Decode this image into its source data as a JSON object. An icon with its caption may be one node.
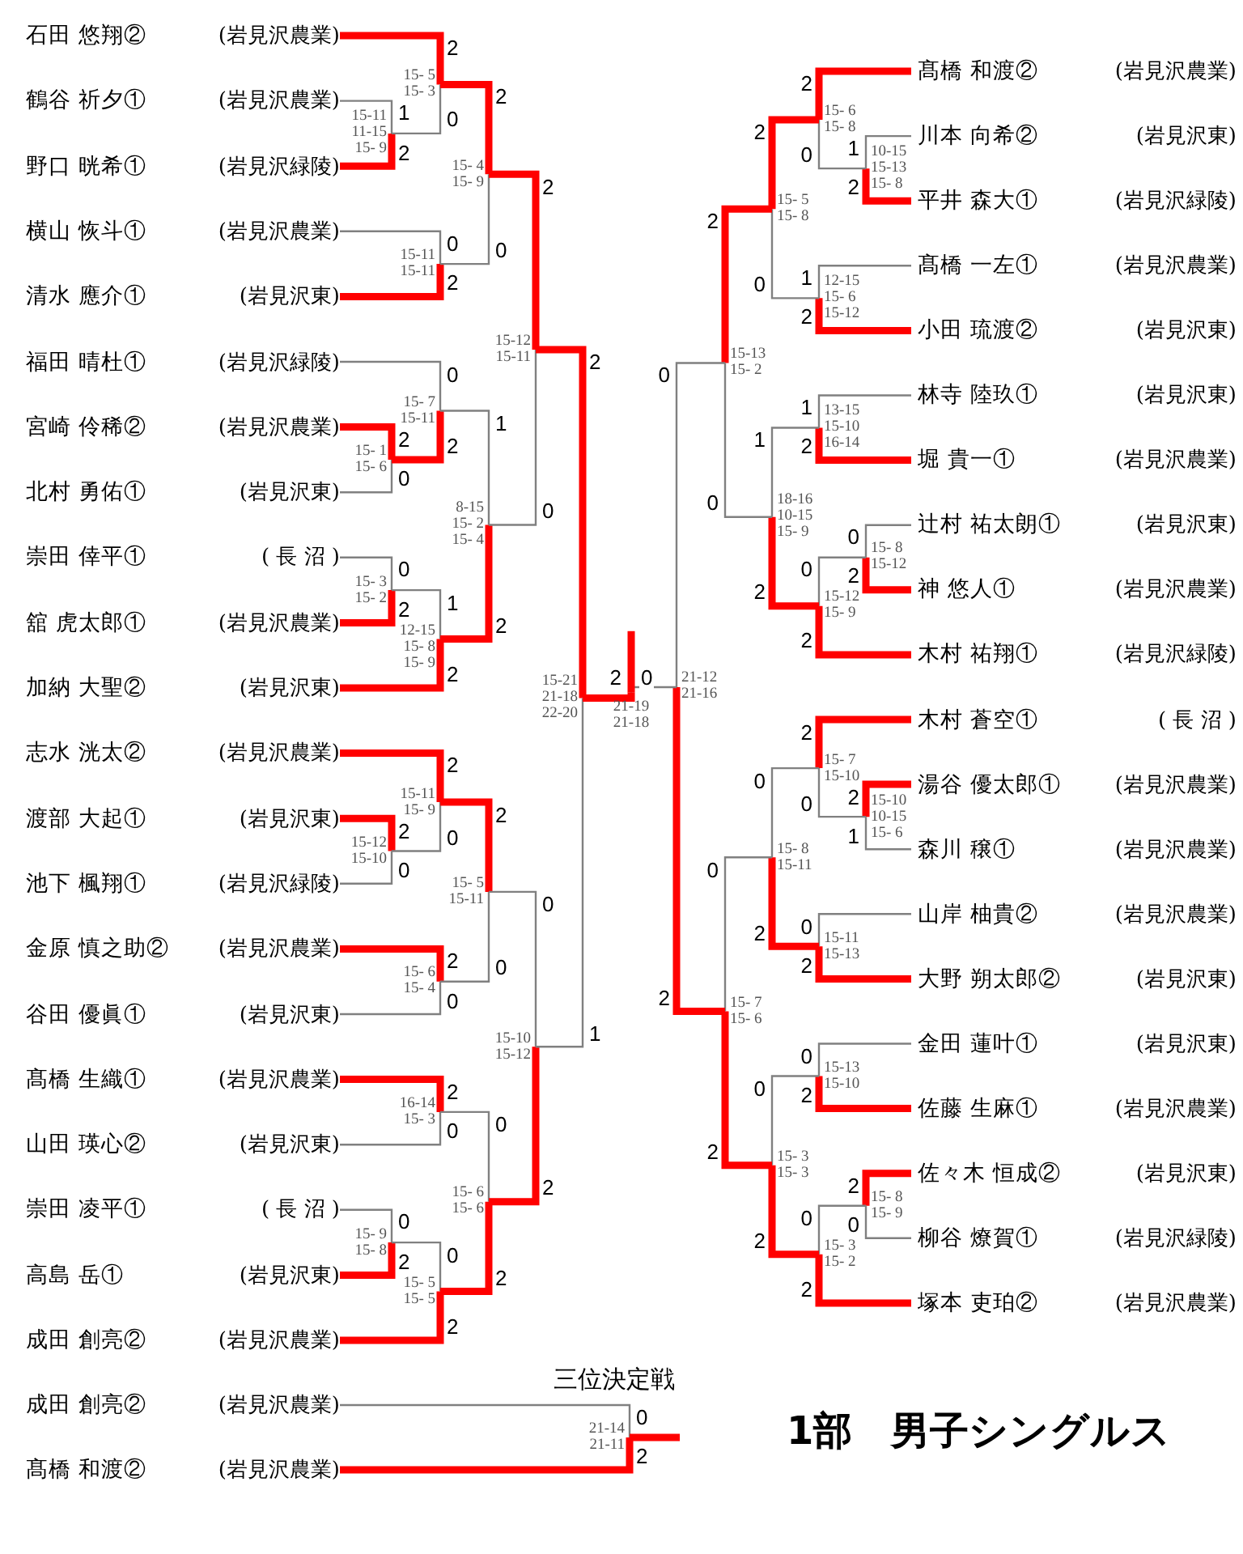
{
  "diagram": {
    "title": "1部　男子シングルス",
    "nodes": [
      {
        "text": [
          "石田 悠翔②",
          "(岩見沢農業)"
        ]
      },
      {
        "text": [
          "鶴谷 祈夕①",
          "(岩見沢農業)"
        ]
      },
      {
        "text": [
          "野口 晄希①",
          "(岩見沢緑陵)"
        ]
      },
      {
        "text": [
          "横山 恢斗①",
          "(岩見沢農業)"
        ]
      },
      {
        "text": [
          "清水 應介①",
          "(岩見沢東)"
        ]
      },
      {
        "text": [
          "福田 晴杜①",
          "(岩見沢緑陵)"
        ]
      },
      {
        "text": [
          "宮崎 伶稀②",
          "(岩見沢農業)"
        ]
      },
      {
        "text": [
          "北村 勇佑①",
          "(岩見沢東)"
        ]
      },
      {
        "text": [
          "崇田 倖平①",
          "( 長 沼 )"
        ]
      },
      {
        "text": [
          "舘 虎太郎①",
          "(岩見沢農業)"
        ]
      },
      {
        "text": [
          "加納 大聖②",
          "(岩見沢東)"
        ]
      },
      {
        "text": [
          "志水 洸太②",
          "(岩見沢農業)"
        ]
      },
      {
        "text": [
          "渡部 大起①",
          "(岩見沢東)"
        ]
      },
      {
        "text": [
          "池下 楓翔①",
          "(岩見沢緑陵)"
        ]
      },
      {
        "text": [
          "金原 慎之助②",
          "(岩見沢農業)"
        ]
      },
      {
        "text": [
          "谷田 優眞①",
          "(岩見沢東)"
        ]
      },
      {
        "text": [
          "髙橋 生織①",
          "(岩見沢農業)"
        ]
      },
      {
        "text": [
          "山田 瑛心②",
          "(岩見沢東)"
        ]
      },
      {
        "text": [
          "崇田 凌平①",
          "( 長 沼 )"
        ]
      },
      {
        "text": [
          "高島 岳①",
          "(岩見沢東)"
        ]
      },
      {
        "text": [
          "成田 創亮②",
          "(岩見沢農業)"
        ]
      },
      {
        "text": [
          "成田 創亮②",
          "(岩見沢農業)"
        ]
      },
      {
        "text": [
          "髙橋 和渡②",
          "(岩見沢農業)"
        ]
      },
      {
        "text": [
          "髙橋 和渡②",
          "(岩見沢農業)"
        ]
      },
      {
        "text": [
          "川本 向希②",
          "(岩見沢東)"
        ]
      },
      {
        "text": [
          "平井 森大①",
          "(岩見沢緑陵)"
        ]
      },
      {
        "text": [
          "髙橋 一左①",
          "(岩見沢農業)"
        ]
      },
      {
        "text": [
          "小田 琉渡②",
          "(岩見沢東)"
        ]
      },
      {
        "text": [
          "林寺 陸玖①",
          "(岩見沢東)"
        ]
      },
      {
        "text": [
          "堀 貴一①",
          "(岩見沢農業)"
        ]
      },
      {
        "text": [
          "辻村 祐太朗①",
          "(岩見沢東)"
        ]
      },
      {
        "text": [
          "神 悠人①",
          "(岩見沢農業)"
        ]
      },
      {
        "text": [
          "木村 祐翔①",
          "(岩見沢緑陵)"
        ]
      },
      {
        "text": [
          "木村 蒼空①",
          "( 長 沼 )"
        ]
      },
      {
        "text": [
          "湯谷 優太郎①",
          "(岩見沢農業)"
        ]
      },
      {
        "text": [
          "森川 穣①",
          "(岩見沢農業)"
        ]
      },
      {
        "text": [
          "山岸 柚貴②",
          "(岩見沢農業)"
        ]
      },
      {
        "text": [
          "大野 朔太郎②",
          "(岩見沢東)"
        ]
      },
      {
        "text": [
          "金田 蓮叶①",
          "(岩見沢東)"
        ]
      },
      {
        "text": [
          "佐藤 生麻①",
          "(岩見沢農業)"
        ]
      },
      {
        "text": [
          "佐々木 恒成②",
          "(岩見沢東)"
        ]
      },
      {
        "text": [
          "柳谷 燎賀①",
          "(岩見沢緑陵)"
        ]
      },
      {
        "text": [
          "塚本 吏珀②",
          "(岩見沢農業)"
        ]
      },
      {
        "text": [
          "15-11",
          "11-15",
          "15- 9"
        ]
      },
      {
        "text": [
          "15- 5",
          "15- 3"
        ]
      },
      {
        "text": [
          "15-11",
          "15-11"
        ]
      },
      {
        "text": [
          "15- 4",
          "15- 9"
        ]
      },
      {
        "text": [
          "15- 1",
          "15- 6"
        ]
      },
      {
        "text": [
          "15- 7",
          "15-11"
        ]
      },
      {
        "text": [
          "15- 3",
          "15- 2"
        ]
      },
      {
        "text": [
          "12-15",
          "15- 8",
          "15- 9"
        ]
      },
      {
        "text": [
          "8-15",
          "15- 2",
          "15- 4"
        ]
      },
      {
        "text": [
          "15-12",
          "15-11"
        ]
      },
      {
        "text": [
          "15-12",
          "15-10"
        ]
      },
      {
        "text": [
          "15-11",
          "15- 9"
        ]
      },
      {
        "text": [
          "15- 6",
          "15- 4"
        ]
      },
      {
        "text": [
          "15- 5",
          "15-11"
        ]
      },
      {
        "text": [
          "16-14",
          "15- 3"
        ]
      },
      {
        "text": [
          "15- 9",
          "15- 8"
        ]
      },
      {
        "text": [
          "15- 5",
          "15- 5"
        ]
      },
      {
        "text": [
          "15- 6",
          "15- 6"
        ]
      },
      {
        "text": [
          "15-10",
          "15-12"
        ]
      },
      {
        "text": [
          "15-21",
          "21-18",
          "22-20"
        ]
      },
      {
        "text": [
          "10-15",
          "15-13",
          "15- 8"
        ]
      },
      {
        "text": [
          "15- 6",
          "15- 8"
        ]
      },
      {
        "text": [
          "12-15",
          "15- 6",
          "15-12"
        ]
      },
      {
        "text": [
          "15- 5",
          "15- 8"
        ]
      },
      {
        "text": [
          "13-15",
          "15-10",
          "16-14"
        ]
      },
      {
        "text": [
          "15- 8",
          "15-12"
        ]
      },
      {
        "text": [
          "15-12",
          "15- 9"
        ]
      },
      {
        "text": [
          "18-16",
          "10-15",
          "15- 9"
        ]
      },
      {
        "text": [
          "15-13",
          "15- 2"
        ]
      },
      {
        "text": [
          "15-10",
          "10-15",
          "15- 6"
        ]
      },
      {
        "text": [
          "15- 7",
          "15-10"
        ]
      },
      {
        "text": [
          "15-11",
          "15-13"
        ]
      },
      {
        "text": [
          "15- 8",
          "15-11"
        ]
      },
      {
        "text": [
          "15-13",
          "15-10"
        ]
      },
      {
        "text": [
          "15- 8",
          "15- 9"
        ]
      },
      {
        "text": [
          "15- 3",
          "15- 2"
        ]
      },
      {
        "text": [
          "15- 3",
          "15- 3"
        ]
      },
      {
        "text": [
          "15- 7",
          "15- 6"
        ]
      },
      {
        "text": [
          "21-12",
          "21-16"
        ]
      },
      {
        "text": [
          "21-19",
          "21-18"
        ]
      },
      {
        "text": [
          "21-14",
          "21-11"
        ]
      }
    ],
    "edges": [
      {
        "from": 1,
        "to": 43,
        "arrow": "none",
        "label": "1",
        "color": "#808080"
      },
      {
        "from": 2,
        "to": 43,
        "arrow": "none",
        "label": "2",
        "color": "#ff0000"
      },
      {
        "from": 0,
        "to": 44,
        "arrow": "none",
        "label": "2",
        "color": "#ff0000"
      },
      {
        "from": 43,
        "to": 44,
        "arrow": "none",
        "label": "0",
        "color": "#808080"
      },
      {
        "from": 3,
        "to": 45,
        "arrow": "none",
        "label": "0",
        "color": "#808080"
      },
      {
        "from": 4,
        "to": 45,
        "arrow": "none",
        "label": "2",
        "color": "#ff0000"
      },
      {
        "from": 44,
        "to": 46,
        "arrow": "none",
        "label": "2",
        "color": "#ff0000"
      },
      {
        "from": 45,
        "to": 46,
        "arrow": "none",
        "label": "0",
        "color": "#808080"
      },
      {
        "from": 6,
        "to": 47,
        "arrow": "none",
        "label": "2",
        "color": "#ff0000"
      },
      {
        "from": 7,
        "to": 47,
        "arrow": "none",
        "label": "0",
        "color": "#808080"
      },
      {
        "from": 5,
        "to": 48,
        "arrow": "none",
        "label": "0",
        "color": "#808080"
      },
      {
        "from": 47,
        "to": 48,
        "arrow": "none",
        "label": "2",
        "color": "#ff0000"
      },
      {
        "from": 8,
        "to": 49,
        "arrow": "none",
        "label": "0",
        "color": "#808080"
      },
      {
        "from": 9,
        "to": 49,
        "arrow": "none",
        "label": "2",
        "color": "#ff0000"
      },
      {
        "from": 49,
        "to": 50,
        "arrow": "none",
        "label": "1",
        "color": "#808080"
      },
      {
        "from": 10,
        "to": 50,
        "arrow": "none",
        "label": "2",
        "color": "#ff0000"
      },
      {
        "from": 48,
        "to": 51,
        "arrow": "none",
        "label": "1",
        "color": "#808080"
      },
      {
        "from": 50,
        "to": 51,
        "arrow": "none",
        "label": "2",
        "color": "#ff0000"
      },
      {
        "from": 46,
        "to": 52,
        "arrow": "none",
        "label": "2",
        "color": "#ff0000"
      },
      {
        "from": 51,
        "to": 52,
        "arrow": "none",
        "label": "0",
        "color": "#808080"
      },
      {
        "from": 12,
        "to": 53,
        "arrow": "none",
        "label": "2",
        "color": "#ff0000"
      },
      {
        "from": 13,
        "to": 53,
        "arrow": "none",
        "label": "0",
        "color": "#808080"
      },
      {
        "from": 11,
        "to": 54,
        "arrow": "none",
        "label": "2",
        "color": "#ff0000"
      },
      {
        "from": 53,
        "to": 54,
        "arrow": "none",
        "label": "0",
        "color": "#808080"
      },
      {
        "from": 14,
        "to": 55,
        "arrow": "none",
        "label": "2",
        "color": "#ff0000"
      },
      {
        "from": 15,
        "to": 55,
        "arrow": "none",
        "label": "0",
        "color": "#808080"
      },
      {
        "from": 54,
        "to": 56,
        "arrow": "none",
        "label": "2",
        "color": "#ff0000"
      },
      {
        "from": 55,
        "to": 56,
        "arrow": "none",
        "label": "0",
        "color": "#808080"
      },
      {
        "from": 16,
        "to": 57,
        "arrow": "none",
        "label": "2",
        "color": "#ff0000"
      },
      {
        "from": 17,
        "to": 57,
        "arrow": "none",
        "label": "0",
        "color": "#808080"
      },
      {
        "from": 18,
        "to": 58,
        "arrow": "none",
        "label": "0",
        "color": "#808080"
      },
      {
        "from": 19,
        "to": 58,
        "arrow": "none",
        "label": "2",
        "color": "#ff0000"
      },
      {
        "from": 58,
        "to": 59,
        "arrow": "none",
        "label": "0",
        "color": "#808080"
      },
      {
        "from": 20,
        "to": 59,
        "arrow": "none",
        "label": "2",
        "color": "#ff0000"
      },
      {
        "from": 57,
        "to": 60,
        "arrow": "none",
        "label": "0",
        "color": "#808080"
      },
      {
        "from": 59,
        "to": 60,
        "arrow": "none",
        "label": "2",
        "color": "#ff0000"
      },
      {
        "from": 56,
        "to": 61,
        "arrow": "none",
        "label": "0",
        "color": "#808080"
      },
      {
        "from": 60,
        "to": 61,
        "arrow": "none",
        "label": "2",
        "color": "#ff0000"
      },
      {
        "from": 52,
        "to": 62,
        "arrow": "none",
        "label": "2",
        "color": "#ff0000"
      },
      {
        "from": 61,
        "to": 62,
        "arrow": "none",
        "label": "1",
        "color": "#808080"
      },
      {
        "from": 24,
        "to": 63,
        "arrow": "none",
        "label": "1",
        "color": "#808080"
      },
      {
        "from": 25,
        "to": 63,
        "arrow": "none",
        "label": "2",
        "color": "#ff0000"
      },
      {
        "from": 23,
        "to": 64,
        "arrow": "none",
        "label": "2",
        "color": "#ff0000"
      },
      {
        "from": 63,
        "to": 64,
        "arrow": "none",
        "label": "0",
        "color": "#808080"
      },
      {
        "from": 26,
        "to": 65,
        "arrow": "none",
        "label": "1",
        "color": "#808080"
      },
      {
        "from": 27,
        "to": 65,
        "arrow": "none",
        "label": "2",
        "color": "#ff0000"
      },
      {
        "from": 64,
        "to": 66,
        "arrow": "none",
        "label": "2",
        "color": "#ff0000"
      },
      {
        "from": 65,
        "to": 66,
        "arrow": "none",
        "label": "0",
        "color": "#808080"
      },
      {
        "from": 28,
        "to": 67,
        "arrow": "none",
        "label": "1",
        "color": "#808080"
      },
      {
        "from": 29,
        "to": 67,
        "arrow": "none",
        "label": "2",
        "color": "#ff0000"
      },
      {
        "from": 30,
        "to": 68,
        "arrow": "none",
        "label": "0",
        "color": "#808080"
      },
      {
        "from": 31,
        "to": 68,
        "arrow": "none",
        "label": "2",
        "color": "#ff0000"
      },
      {
        "from": 68,
        "to": 69,
        "arrow": "none",
        "label": "0",
        "color": "#808080"
      },
      {
        "from": 32,
        "to": 69,
        "arrow": "none",
        "label": "2",
        "color": "#ff0000"
      },
      {
        "from": 67,
        "to": 70,
        "arrow": "none",
        "label": "1",
        "color": "#808080"
      },
      {
        "from": 69,
        "to": 70,
        "arrow": "none",
        "label": "2",
        "color": "#ff0000"
      },
      {
        "from": 66,
        "to": 71,
        "arrow": "none",
        "label": "2",
        "color": "#ff0000"
      },
      {
        "from": 70,
        "to": 71,
        "arrow": "none",
        "label": "0",
        "color": "#808080"
      },
      {
        "from": 34,
        "to": 72,
        "arrow": "none",
        "label": "2",
        "color": "#ff0000"
      },
      {
        "from": 35,
        "to": 72,
        "arrow": "none",
        "label": "1",
        "color": "#808080"
      },
      {
        "from": 33,
        "to": 73,
        "arrow": "none",
        "label": "2",
        "color": "#ff0000"
      },
      {
        "from": 72,
        "to": 73,
        "arrow": "none",
        "label": "0",
        "color": "#808080"
      },
      {
        "from": 36,
        "to": 74,
        "arrow": "none",
        "label": "0",
        "color": "#808080"
      },
      {
        "from": 37,
        "to": 74,
        "arrow": "none",
        "label": "2",
        "color": "#ff0000"
      },
      {
        "from": 73,
        "to": 75,
        "arrow": "none",
        "label": "0",
        "color": "#808080"
      },
      {
        "from": 74,
        "to": 75,
        "arrow": "none",
        "label": "2",
        "color": "#ff0000"
      },
      {
        "from": 38,
        "to": 76,
        "arrow": "none",
        "label": "0",
        "color": "#808080"
      },
      {
        "from": 39,
        "to": 76,
        "arrow": "none",
        "label": "2",
        "color": "#ff0000"
      },
      {
        "from": 40,
        "to": 77,
        "arrow": "none",
        "label": "2",
        "color": "#ff0000"
      },
      {
        "from": 41,
        "to": 77,
        "arrow": "none",
        "label": "0",
        "color": "#808080"
      },
      {
        "from": 77,
        "to": 78,
        "arrow": "none",
        "label": "0",
        "color": "#808080"
      },
      {
        "from": 42,
        "to": 78,
        "arrow": "none",
        "label": "2",
        "color": "#ff0000"
      },
      {
        "from": 76,
        "to": 79,
        "arrow": "none",
        "label": "0",
        "color": "#808080"
      },
      {
        "from": 78,
        "to": 79,
        "arrow": "none",
        "label": "2",
        "color": "#ff0000"
      },
      {
        "from": 75,
        "to": 80,
        "arrow": "none",
        "label": "0",
        "color": "#808080"
      },
      {
        "from": 79,
        "to": 80,
        "arrow": "none",
        "label": "2",
        "color": "#ff0000"
      },
      {
        "from": 71,
        "to": 81,
        "arrow": "none",
        "label": "0",
        "color": "#808080"
      },
      {
        "from": 80,
        "to": 81,
        "arrow": "none",
        "label": "2",
        "color": "#ff0000"
      },
      {
        "from": 62,
        "to": 82,
        "arrow": "none",
        "label": "2",
        "color": "#ff0000"
      },
      {
        "from": 81,
        "to": 82,
        "arrow": "none",
        "label": "0",
        "color": "#808080"
      },
      {
        "from": 82,
        "to": null,
        "arrow": "none",
        "color": "#ff0000"
      },
      {
        "from": 21,
        "to": 83,
        "arrow": "none",
        "label": "0",
        "color": "#808080"
      },
      {
        "from": 22,
        "to": 83,
        "arrow": "none",
        "label": "2",
        "color": "#ff0000"
      },
      {
        "from": 83,
        "to": null,
        "arrow": "none",
        "color": "#ff0000"
      }
    ],
    "labels": [
      "三位決定戦"
    ]
  }
}
